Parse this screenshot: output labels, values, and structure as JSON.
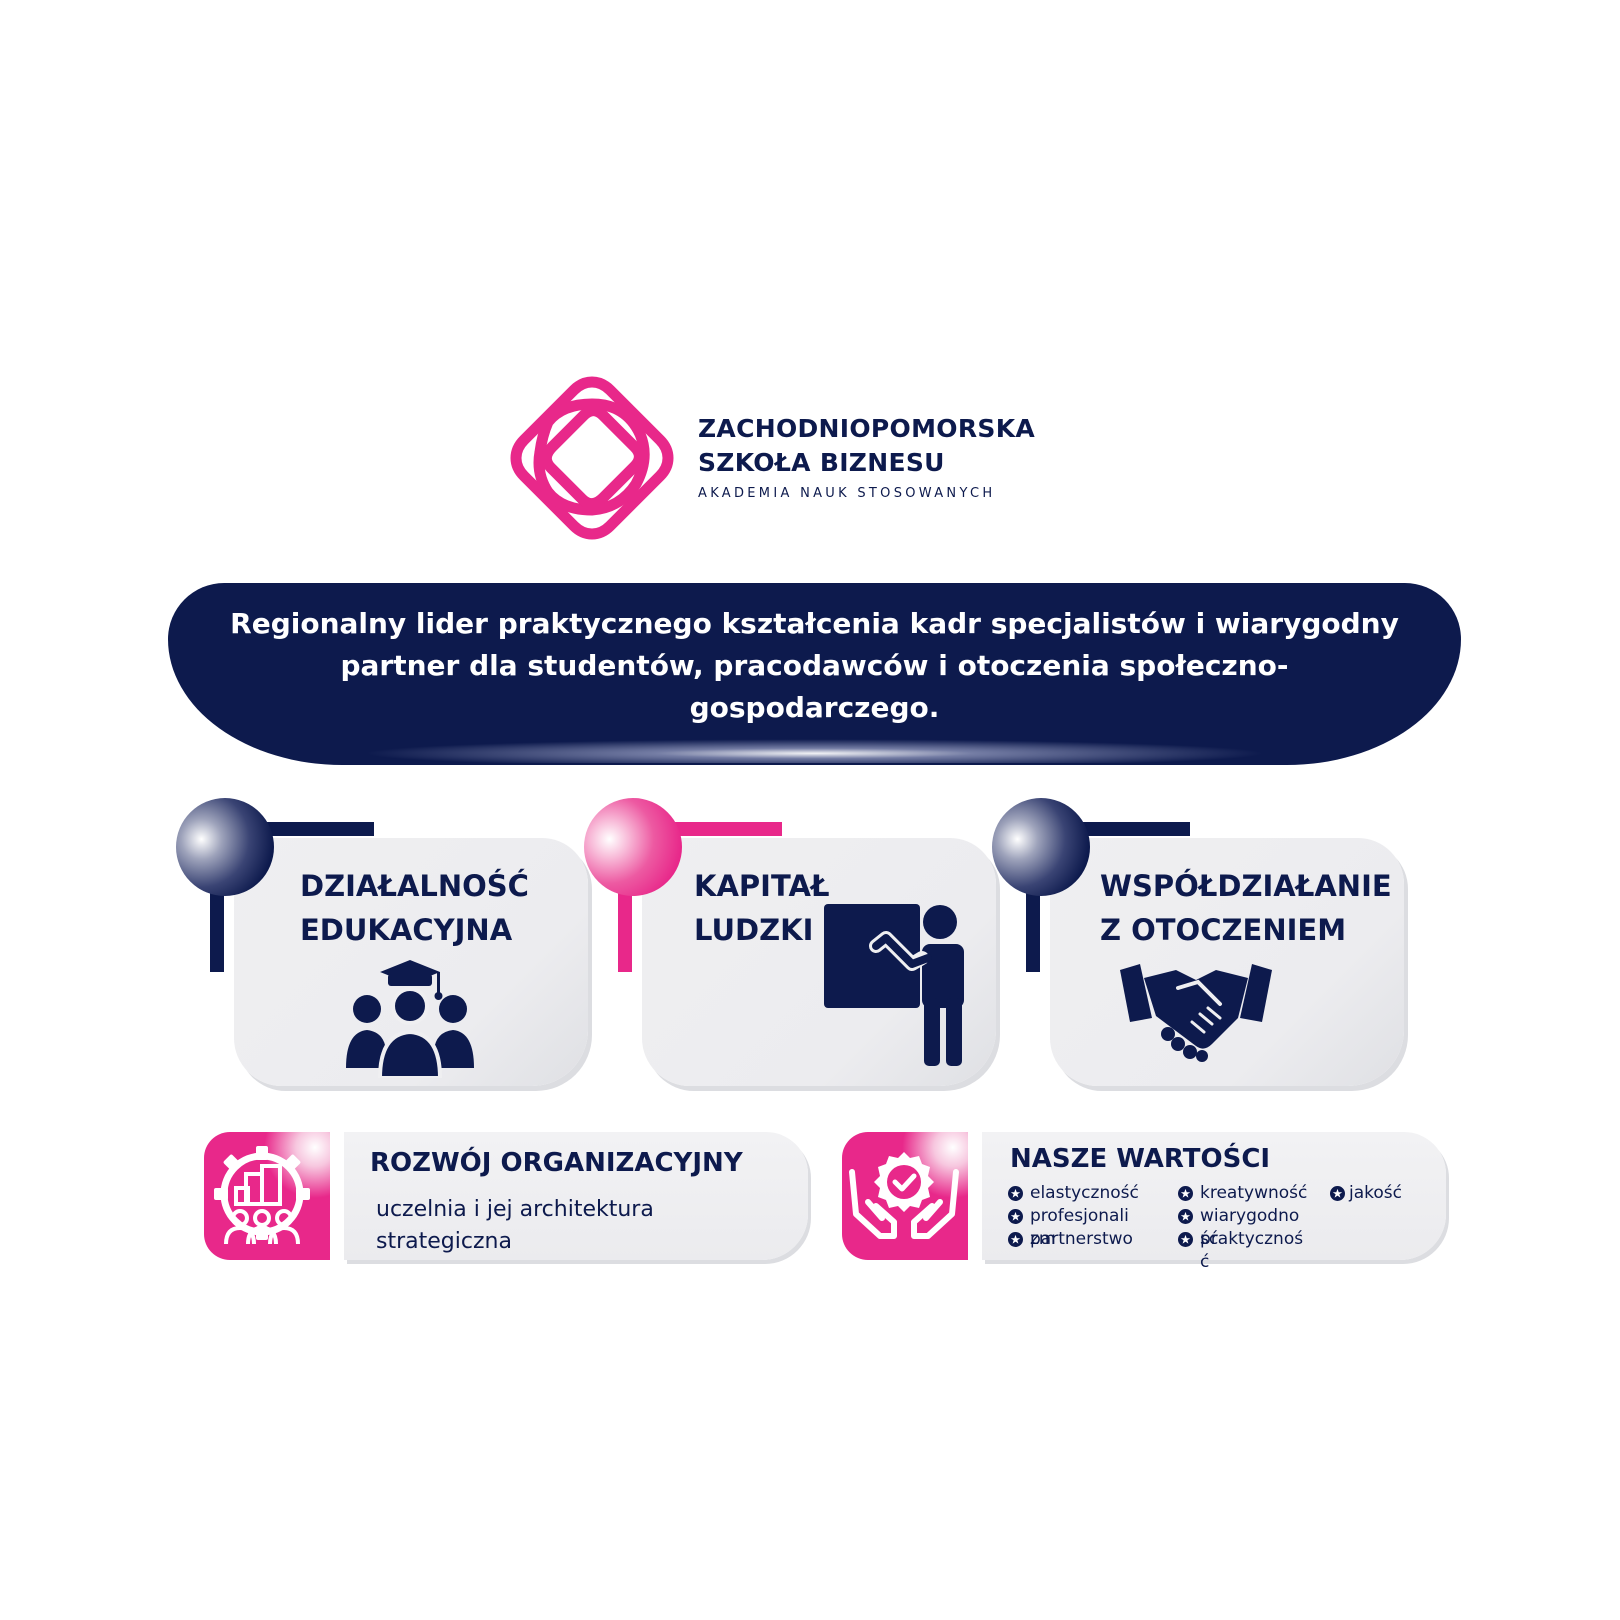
{
  "brand": {
    "name_line1": "ZACHODNIOPOMORSKA",
    "name_line2": "SZKOŁA BIZNESU",
    "subtitle": "AKADEMIA NAUK STOSOWANYCH",
    "logo_icon": "interlocked-diamond-logo-icon",
    "colors": {
      "navy": "#0d1a4d",
      "pink": "#e8288a"
    }
  },
  "banner": {
    "text": "Regionalny lider praktycznego kształcenia kadr specjalistów i wiarygodny partner dla studentów, pracodawców i otoczenia społeczno-gospodarczego."
  },
  "cards": [
    {
      "line1": "DZIAŁALNOŚĆ",
      "line2": "EDUKACYJNA",
      "icon": "graduates-group-icon",
      "accent": "#0d1a4d"
    },
    {
      "line1": "KAPITAŁ",
      "line2": "LUDZKI",
      "icon": "teacher-at-board-icon",
      "accent": "#e8288a"
    },
    {
      "line1": "WSPÓŁDZIAŁANIE",
      "line2": "Z OTOCZENIEM",
      "icon": "handshake-icon",
      "accent": "#0d1a4d"
    }
  ],
  "rozwoj": {
    "title": "ROZWÓJ ORGANIZACYJNY",
    "description": "uczelnia i jej architektura strategiczna",
    "icon": "organization-gear-icon"
  },
  "wartosci": {
    "title": "NASZE WARTOŚCI",
    "icon": "hands-quality-badge-icon",
    "bullet_icon": "star-badge-icon",
    "items": [
      "elastyczność",
      "profesjonalizm",
      "partnerstwo",
      "kreatywność",
      "wiarygodność",
      "praktyczność",
      "jakość"
    ]
  }
}
